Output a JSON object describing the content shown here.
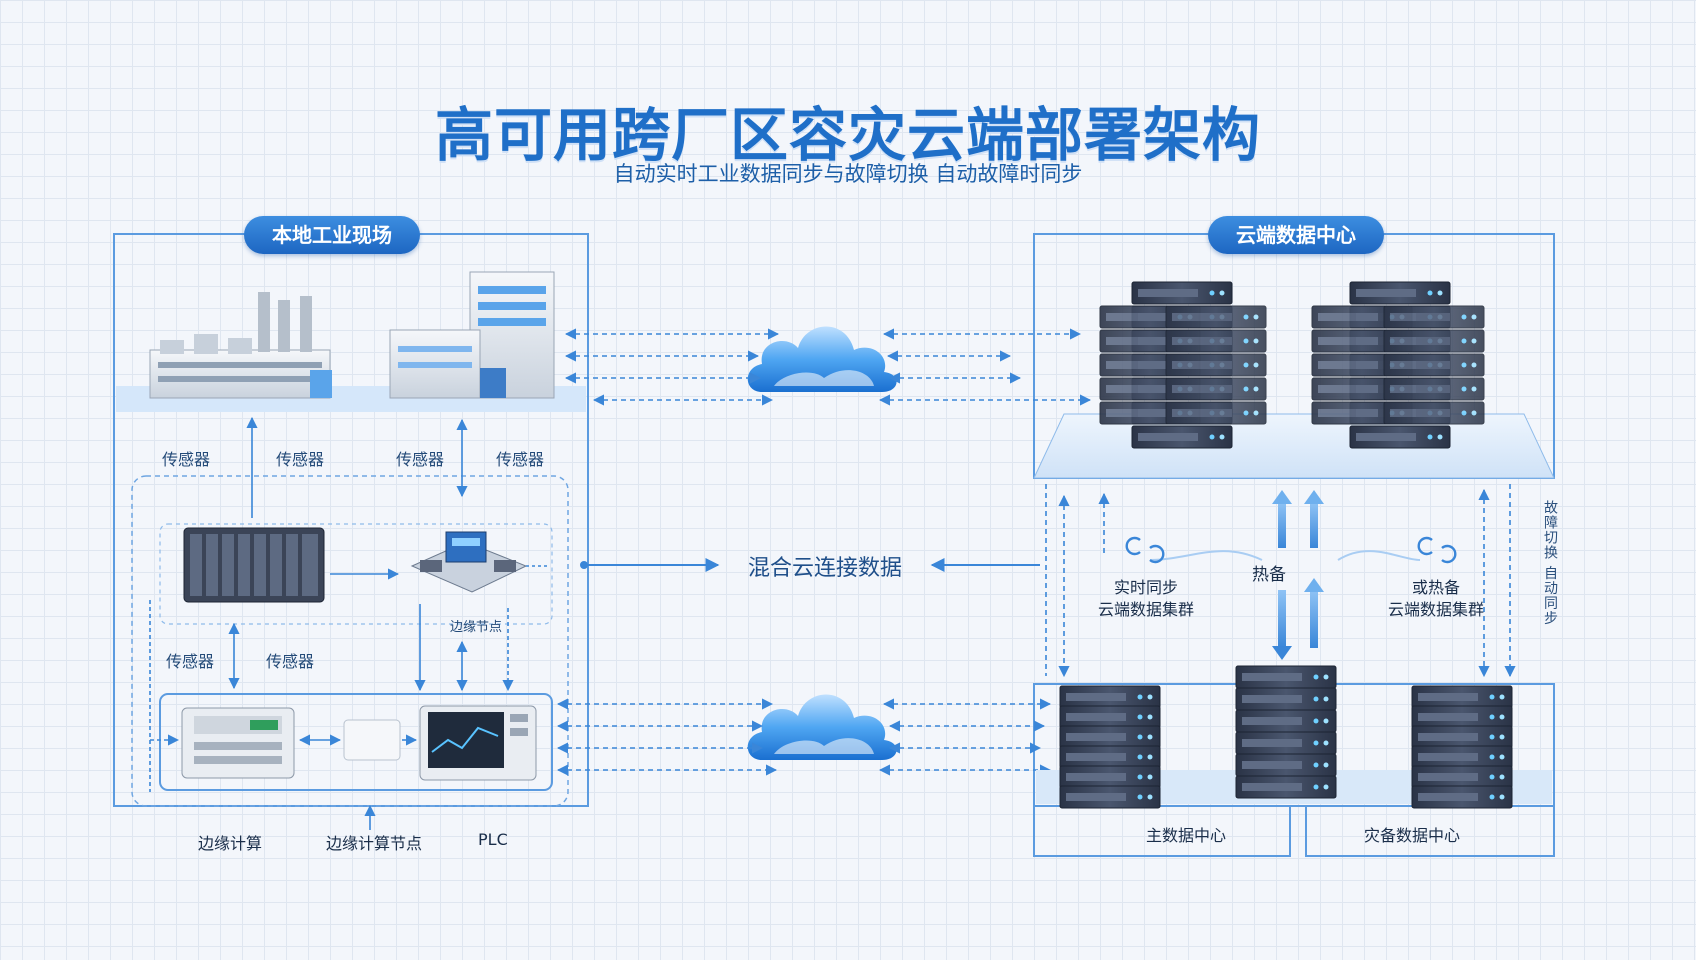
{
  "title": "高可用跨厂区容灾云端部署架构",
  "subtitle": "自动实时工业数据同步与故障切换 自动故障时同步",
  "regions": {
    "local": "本地工业现场",
    "cloud": "云端数据中心"
  },
  "labels": {
    "sensor_1": "传感器",
    "sensor_2": "传感器",
    "sensor_3": "传感器",
    "sensor_4": "传感器",
    "sensor_5": "传感器",
    "sensor_6": "传感器",
    "node_caption": "边缘节点",
    "hybrid_link": "混合云连接数据",
    "hot_standby": "热备",
    "cluster_left_line1": "实时同步",
    "cluster_left_line2": "云端数据集群",
    "cluster_right_line1": "或热备",
    "cluster_right_line2": "云端数据集群",
    "edge_compute": "边缘计算",
    "edge_node": "边缘计算节点",
    "plc": "PLC",
    "primary_dc": "主数据中心",
    "backup_dc": "灾备数据中心",
    "vertical_note": "故障切换 自动同步"
  },
  "icons": {
    "cloud_top": "cloud-icon",
    "cloud_bottom": "cloud-icon",
    "factory": "factory-icon",
    "building": "office-building-icon",
    "server": "server-rack-icon",
    "sync": "sync-icon"
  },
  "colors": {
    "accent": "#1f6fc8",
    "line": "#3a86d8",
    "frame": "#5b9be0"
  }
}
